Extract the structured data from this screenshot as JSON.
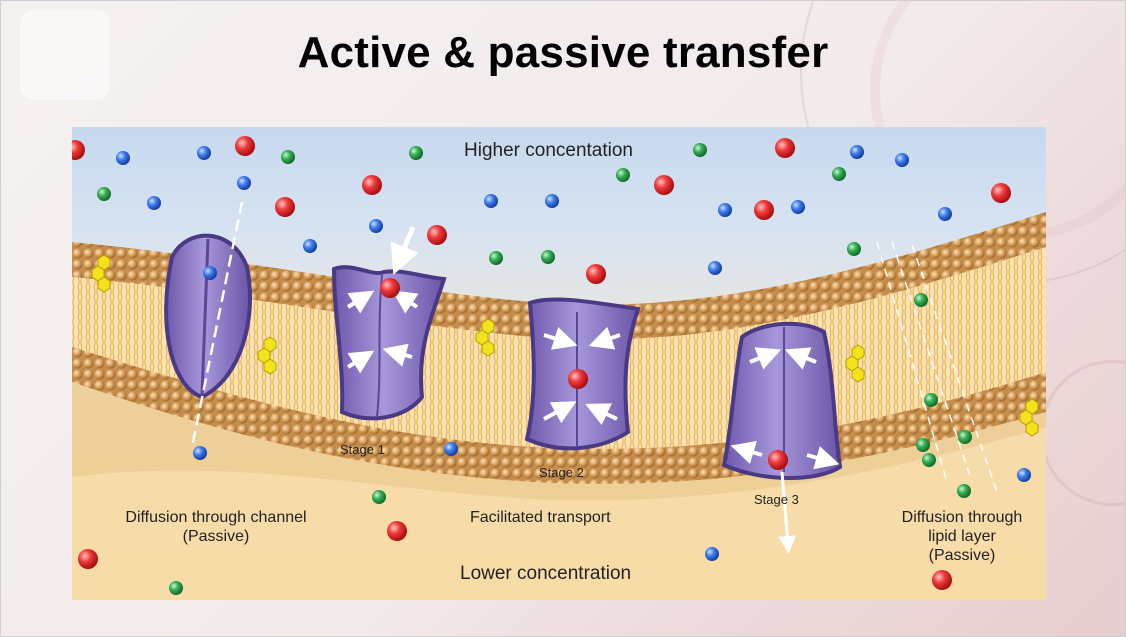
{
  "slide": {
    "title": "Active & passive transfer"
  },
  "diagram": {
    "top_label": "Higher concentation",
    "bottom_label": "Lower concentration",
    "captions": {
      "channel_line1": "Diffusion through channel",
      "channel_line2": "(Passive)",
      "facilitated": "Facilitated transport",
      "lipid_line1": "Diffusion through",
      "lipid_line2": "lipid layer",
      "lipid_line3": "(Passive)"
    },
    "stages": {
      "stage1": "Stage 1",
      "stage2": "Stage 2",
      "stage3": "Stage 3"
    },
    "colors": {
      "molecule_red": "#e8262b",
      "molecule_blue": "#2f6fe0",
      "molecule_green": "#2ea24a",
      "protein": "#8a74c4",
      "lipid_head": "#d9a15e",
      "cholesterol": "#f4e21c"
    },
    "icons": [
      "molecule-icon",
      "arrow-icon",
      "protein-channel-icon",
      "cholesterol-icon"
    ]
  }
}
